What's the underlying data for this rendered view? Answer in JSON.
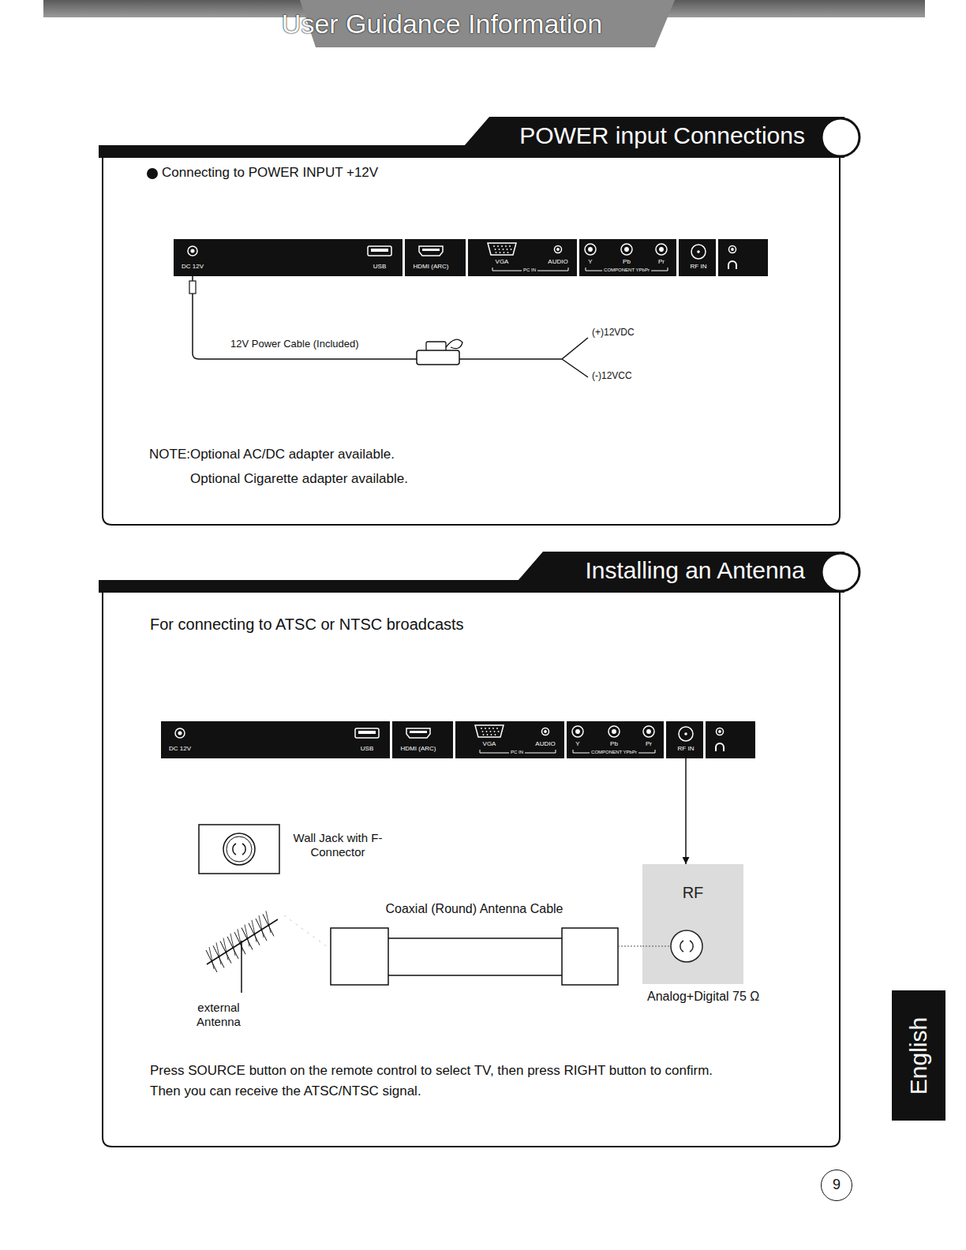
{
  "diagram": {
    "nodes": [
      {
        "text": [
          "User Guidance Information"
        ]
      },
      {
        "text": [
          "POWER input Connections"
        ]
      },
      {
        "text": [
          "DC 12V",
          "USB",
          "HDMI (ARC)",
          "VGA",
          "AUDIO",
          "PC IN",
          "Y",
          "Pb",
          "Pr",
          "COMPONENT YPbPr",
          "RF IN"
        ],
        "in": 1
      },
      {
        "text": [
          "Installing an Antenna"
        ]
      },
      {
        "text": [
          "DC 12V",
          "USB",
          "HDMI (ARC)",
          "VGA",
          "AUDIO",
          "PC IN",
          "Y",
          "Pb",
          "Pr",
          "COMPONENT YPbPr",
          "RF IN"
        ],
        "in": 3
      },
      {
        "text": [
          "RF"
        ],
        "in": 3
      },
      {
        "text": [
          "English"
        ]
      },
      {
        "text": [
          "9"
        ]
      }
    ],
    "edges": [
      {
        "from": 4,
        "to": 5,
        "arrow": "to"
      }
    ],
    "labels": [
      "Connecting to POWER INPUT +12V",
      "12V Power Cable (Included)",
      "(+)12VDC",
      "(-)12VCC",
      "NOTE:Optional AC/DC adapter available.",
      "Optional Cigarette adapter available.",
      "For connecting to ATSC or NTSC broadcasts",
      "Wall Jack with F-Connector",
      "Coaxial (Round) Antenna Cable",
      "Analog+Digital 75 Ω",
      "external Antenna",
      "Press SOURCE button on the remote control to select TV, then press RIGHT button to confirm.",
      "Then you can receive the ATSC/NTSC signal."
    ]
  }
}
